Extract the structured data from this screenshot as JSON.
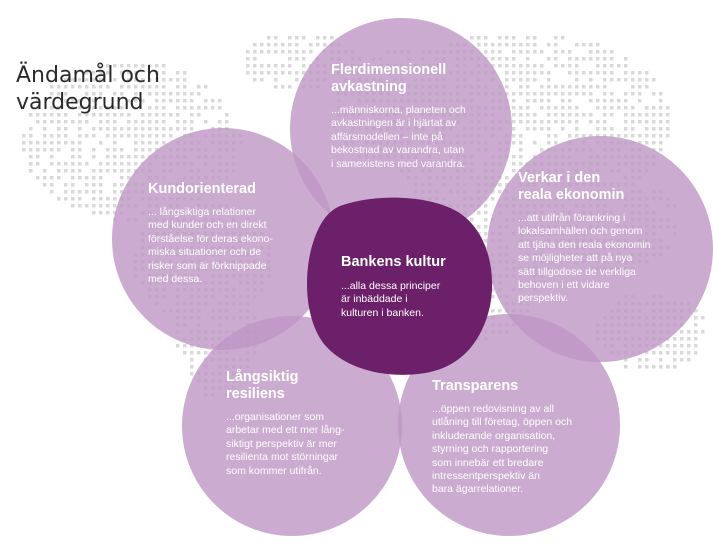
{
  "page_title": [
    "Ändamål och",
    "värdegrund"
  ],
  "colors": {
    "petal": "#be96c4",
    "center": "#6b2069",
    "text": "#ffffff",
    "map_dots": "#d9d9d9"
  },
  "center": {
    "title": "Bankens kultur",
    "lines": [
      "...alla dessa principer",
      "är inbäddade i",
      "kulturen i banken."
    ]
  },
  "petals": {
    "top": {
      "title": [
        "Flerdimensionell",
        "avkastning"
      ],
      "lines": [
        "...människorna, planeten och",
        "avkastningen är i hjärtat av",
        "affärsmodellen – inte på",
        "bekostnad av varandra, utan",
        "i samexistens med varandra."
      ]
    },
    "left": {
      "title": [
        "Kundorienterad"
      ],
      "lines": [
        "... långsiktiga relationer",
        "med kunder och en direkt",
        "förståelse för deras ekono-",
        "miska situationer och de",
        "risker som är förknippade",
        "med dessa."
      ]
    },
    "right": {
      "title": [
        "Verkar i den",
        "reala ekonomin"
      ],
      "lines": [
        "...att utifrån förankring i",
        "lokalsamhällen och genom",
        "att tjäna den reala ekonomin",
        "se möjligheter att på nya",
        "sätt tillgodose de verkliga",
        "behoven i ett vidare",
        "perspektiv."
      ]
    },
    "bottom_left": {
      "title": [
        "Långsiktig",
        "resiliens"
      ],
      "lines": [
        "...organisationer som",
        "arbetar med ett mer lång-",
        "siktigt perspektiv är mer",
        "resilienta mot störningar",
        "som kommer utifrån."
      ]
    },
    "bottom_right": {
      "title": [
        "Transparens"
      ],
      "lines": [
        "...öppen redovisning av all",
        "utlåning till företag, öppen och",
        "inkluderande organisation,",
        "styrning och rapportering",
        "som innebär  ett bredare",
        "intressentperspektiv än",
        "bara ägarrelationer."
      ]
    }
  }
}
